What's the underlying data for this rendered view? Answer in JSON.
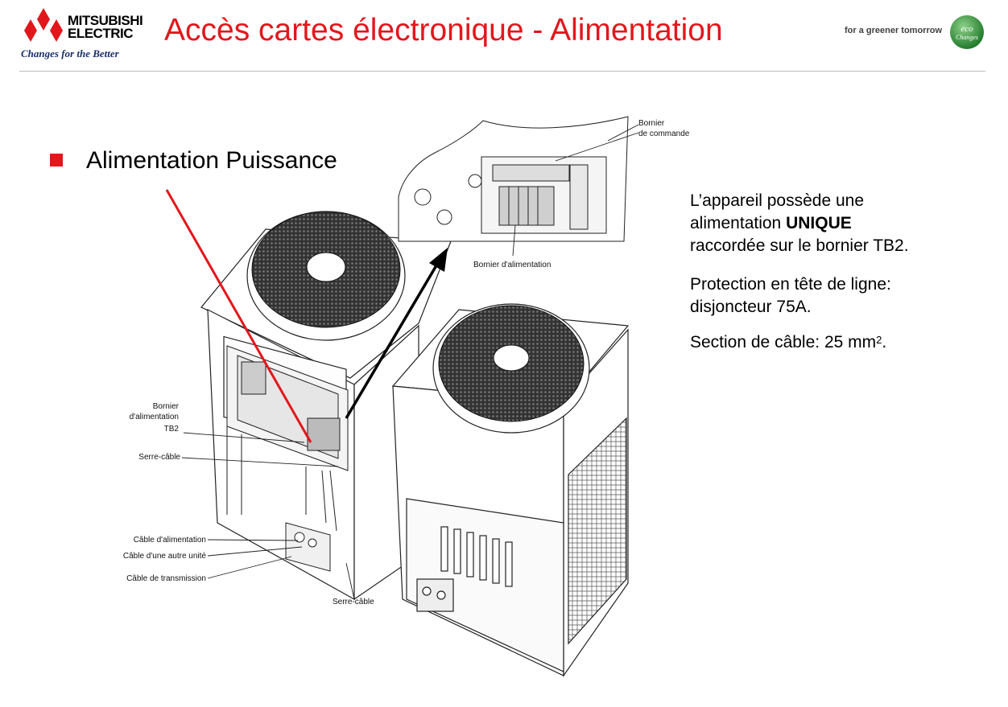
{
  "header": {
    "brand_line1": "MITSUBISHI",
    "brand_line2": "ELECTRIC",
    "brand_tagline": "Changes for the Better",
    "title": "Accès cartes électronique - Alimentation",
    "eco_slogan": "for a greener tomorrow",
    "eco_badge_top": "eco",
    "eco_badge_bottom": "Changes"
  },
  "bullet": {
    "text": "Alimentation Puissance"
  },
  "info": {
    "p1_line1": "L’appareil possède une",
    "p1_line2_prefix": "alimentation ",
    "p1_line2_bold": "UNIQUE",
    "p1_line3": "raccordée sur le bornier TB2.",
    "p2_line1": "Protection en tête de ligne:",
    "p2_line2": "disjoncteur 75A.",
    "p3_prefix": "Section de câble: 25 mm",
    "p3_sup": "2",
    "p3_suffix": "."
  },
  "diagram_labels": {
    "bornier_commande_1": "Bornier",
    "bornier_commande_2": "de commande",
    "bornier_alimentation_top": "Bornier d'alimentation",
    "tb2_line1": "Bornier",
    "tb2_line2": "d'alimentation",
    "tb2_line3": "TB2",
    "serre_cable_1": "Serre-câble",
    "cable_alimentation": "Câble d'alimentation",
    "cable_autre_unite": "Câble d'une autre unité",
    "cable_transmission": "Câble de transmission",
    "serre_cable_2": "Serre-câble"
  },
  "colors": {
    "brand_red": "#e2171c",
    "eco_green": "#3a9a3a"
  }
}
